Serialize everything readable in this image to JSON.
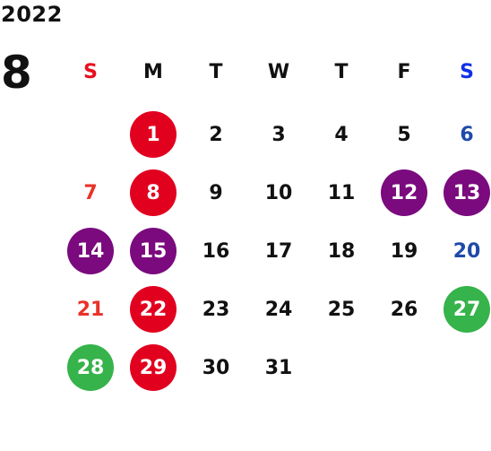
{
  "calendar": {
    "year": "2022",
    "month": "8",
    "weekdays": [
      {
        "label": "S",
        "color": "#e8101d"
      },
      {
        "label": "M",
        "color": "#111111"
      },
      {
        "label": "T",
        "color": "#111111"
      },
      {
        "label": "W",
        "color": "#111111"
      },
      {
        "label": "T",
        "color": "#111111"
      },
      {
        "label": "F",
        "color": "#111111"
      },
      {
        "label": "S",
        "color": "#1030e8"
      }
    ],
    "colors": {
      "weekday_text": "#111111",
      "sunday_text": "#e8322a",
      "saturday_text": "#1f4aa8",
      "circle_red": "#e2001f",
      "circle_purple": "#7a0a7e",
      "circle_green": "#36b34a",
      "circle_text": "#ffffff"
    },
    "weeks": [
      [
        null,
        {
          "day": "1",
          "mark": "red"
        },
        {
          "day": "2"
        },
        {
          "day": "3"
        },
        {
          "day": "4"
        },
        {
          "day": "5"
        },
        {
          "day": "6"
        }
      ],
      [
        {
          "day": "7"
        },
        {
          "day": "8",
          "mark": "red"
        },
        {
          "day": "9"
        },
        {
          "day": "10"
        },
        {
          "day": "11"
        },
        {
          "day": "12",
          "mark": "purple"
        },
        {
          "day": "13",
          "mark": "purple"
        }
      ],
      [
        {
          "day": "14",
          "mark": "purple"
        },
        {
          "day": "15",
          "mark": "purple"
        },
        {
          "day": "16"
        },
        {
          "day": "17"
        },
        {
          "day": "18"
        },
        {
          "day": "19"
        },
        {
          "day": "20"
        }
      ],
      [
        {
          "day": "21"
        },
        {
          "day": "22",
          "mark": "red"
        },
        {
          "day": "23"
        },
        {
          "day": "24"
        },
        {
          "day": "25"
        },
        {
          "day": "26"
        },
        {
          "day": "27",
          "mark": "green"
        }
      ],
      [
        {
          "day": "28",
          "mark": "green"
        },
        {
          "day": "29",
          "mark": "red"
        },
        {
          "day": "30"
        },
        {
          "day": "31"
        },
        null,
        null,
        null
      ]
    ]
  }
}
